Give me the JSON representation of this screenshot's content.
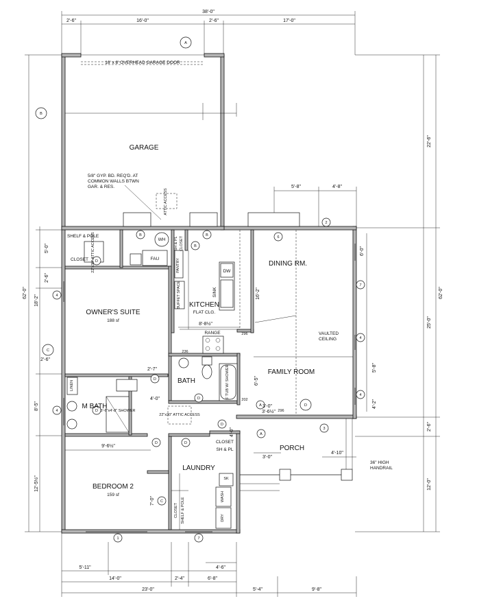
{
  "rooms": {
    "garage": "GARAGE",
    "garage_door": "16' x 8' OVERHEAD GARAGE DOOR",
    "gyp_note_1": "5/8\" GYP. BD. REQ'D. AT",
    "gyp_note_2": "COMMON WALLS BTWN",
    "gyp_note_3": "GAR. & RES.",
    "attic_access_garage": "ATTIC ACCESS",
    "owners_suite": "OWNER'S SUITE",
    "owners_suite_area": "188 sf",
    "kitchen": "KITCHEN",
    "kitchen_ceiling": "FLAT CLG.",
    "dining": "DINING RM.",
    "family": "FAMILY ROOM",
    "vaulted": "VAULTED",
    "vaulted_2": "CEILING",
    "bath": "BATH",
    "m_bath": "M BATH",
    "bedroom2": "BEDROOM 2",
    "bedroom2_area": "159 sf",
    "laundry": "LAUNDRY",
    "porch": "PORCH",
    "handrail_1": "36\" HIGH",
    "handrail_2": "HANDRAIL",
    "closet_master": "CLOSET",
    "shelf_pole_master": "SHELF & POLE",
    "closet_laundry": "CLOSET",
    "shelf_pl_laundry": "SH & PL",
    "closet_bed2": "CLOSET",
    "shelf_pole_bed2": "SHELF & POLE",
    "closet_kitchen_1": "SH & PL",
    "closet_kitchen_2": "CLOSET",
    "fau": "FAU",
    "wh": "WH",
    "pantry": "PANTRY",
    "buffet_space": "BUFFET SPACE",
    "dw": "DW",
    "sink": "SINK",
    "range": "RANGE",
    "linen": "LINEN",
    "shower": "3'-6\"x4'-8\" SHOWER",
    "tub": "5' TUB W/ SHOWER",
    "attic_access_hall": "22\"x30\" ATTIC ACCESS",
    "attic_access_master": "22\"x30\" ATTIC ACCESS",
    "wash": "WASH",
    "dry": "DRY",
    "sk": "SK"
  },
  "dimensions": {
    "top_overall": "38'-0\"",
    "top_1": "2'-6\"",
    "top_2": "16'-0\"",
    "top_3": "2'-6\"",
    "top_4": "17'-0\"",
    "left_overall": "62'-0\"",
    "left_1": "5'-0\"",
    "left_2": "2'-6\"",
    "left_3": "18'-2\"",
    "left_4": "2'-6\"",
    "left_5": "8'-5\"",
    "left_6": "12'-5½\"",
    "right_overall": "62'-0\"",
    "right_1": "22'-6\"",
    "right_2": "25'-0\"",
    "right_3": "2'-6\"",
    "right_4": "12'-0\"",
    "right_inner_1": "6'-0\"",
    "right_inner_2": "5'-8\"",
    "right_inner_3": "4'-2\"",
    "dining_w1": "5'-8\"",
    "dining_w2": "4'-8\"",
    "kitchen_w": "8'-8½\"",
    "kitchen_h": "16'-2\"",
    "family_h": "6'-5\"",
    "bath_w": "2'-7\"",
    "mbath_w": "4'-0\"",
    "bed2_w": "9'-6½\"",
    "bed2_h": "7'-0\"",
    "laundry_h": "4'-0\"",
    "porch_1": "3'-0\"",
    "porch_2": "3'-6½\"",
    "porch_3": "3'-0\"",
    "porch_4": "4'-10\"",
    "bottom_1": "5'-11\"",
    "bottom_2": "4'-6\"",
    "bottom_3": "14'-0\"",
    "bottom_4": "2'-4\"",
    "bottom_5": "6'-8\"",
    "bottom_6": "23'-0\"",
    "bottom_7": "5'-4\"",
    "bottom_8": "9'-8\""
  },
  "tags": {
    "window_1": "1",
    "window_2": "2",
    "window_3": "3",
    "window_4a": "4",
    "window_4b": "4",
    "window_4c": "4",
    "window_4d": "4",
    "window_6": "6",
    "window_7a": "7",
    "window_7b": "7",
    "door_a1": "A",
    "door_a2": "A",
    "door_b1": "B",
    "door_b2": "B",
    "door_b3": "B",
    "door_c": "C",
    "door_d1": "D",
    "door_d2": "D",
    "door_d3": "D",
    "door_d4": "D",
    "door_d5": "D",
    "door_d6": "D",
    "door_d7": "D",
    "section_a": "A",
    "section_b": "B",
    "section_c": "C",
    "section_d": "D"
  },
  "small_labels": {
    "dim_296": "296",
    "dim_236": "236",
    "dim_202": "202",
    "dim_296b": "296"
  }
}
